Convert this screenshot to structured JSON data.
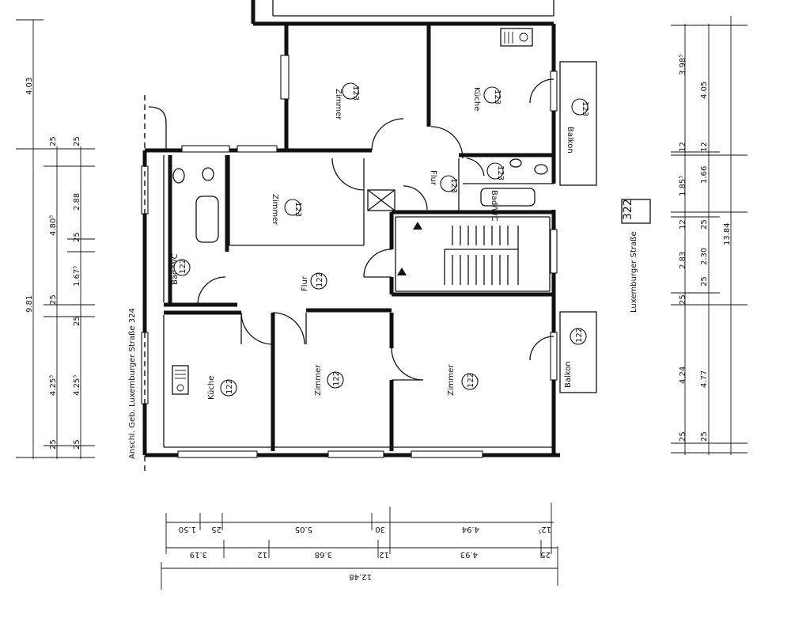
{
  "building": {
    "number": "322",
    "street": "Luxemburger Straße",
    "neighbor": "Anschl. Geb. Luxemburger Straße 324"
  },
  "rooms_upper": {
    "zimmer_a": {
      "name": "Zimmer",
      "unit": "123"
    },
    "kueche": {
      "name": "Küche",
      "unit": "123"
    },
    "balkon": {
      "name": "Balkon",
      "unit": "123"
    },
    "zimmer_b": {
      "name": "Zimmer",
      "unit": "123"
    },
    "flur": {
      "name": "Flur",
      "unit": "123"
    },
    "bad": {
      "name": "Bad/WC",
      "unit": "123"
    }
  },
  "rooms_lower": {
    "bad": {
      "name": "Bad/WC",
      "unit": "122"
    },
    "flur": {
      "name": "Flur",
      "unit": "122"
    },
    "kueche": {
      "name": "Küche",
      "unit": "122"
    },
    "zimmer_a": {
      "name": "Zimmer",
      "unit": "122"
    },
    "zimmer_b": {
      "name": "Zimmer",
      "unit": "122"
    },
    "balkon": {
      "name": "Balkon",
      "unit": "122"
    }
  },
  "dims_left": {
    "overall": "9.81",
    "top": "4.03",
    "col1": [
      "25",
      "4.80⁵",
      "25",
      "4.25⁵",
      "25"
    ],
    "col2": [
      "25",
      "2.88",
      "25",
      "1.67⁵",
      "25",
      "4.25⁵",
      "25"
    ]
  },
  "dims_right": {
    "overall": "13.84",
    "col1": [
      "3.98⁵",
      "12",
      "1.85⁵",
      "12",
      "2.83",
      "25",
      "4.24",
      "25"
    ],
    "col2": [
      "4.05",
      "12",
      "1.66",
      "25",
      "2.30",
      "25",
      "4.77",
      "25"
    ]
  },
  "dims_bottom": {
    "row1": [
      "1.50",
      "25",
      "5.05",
      "30",
      "4.94",
      "12⁵"
    ],
    "row2": [
      "3.19",
      "12",
      "3.68",
      "12",
      "4.93",
      "25"
    ],
    "overall": "12.48"
  }
}
